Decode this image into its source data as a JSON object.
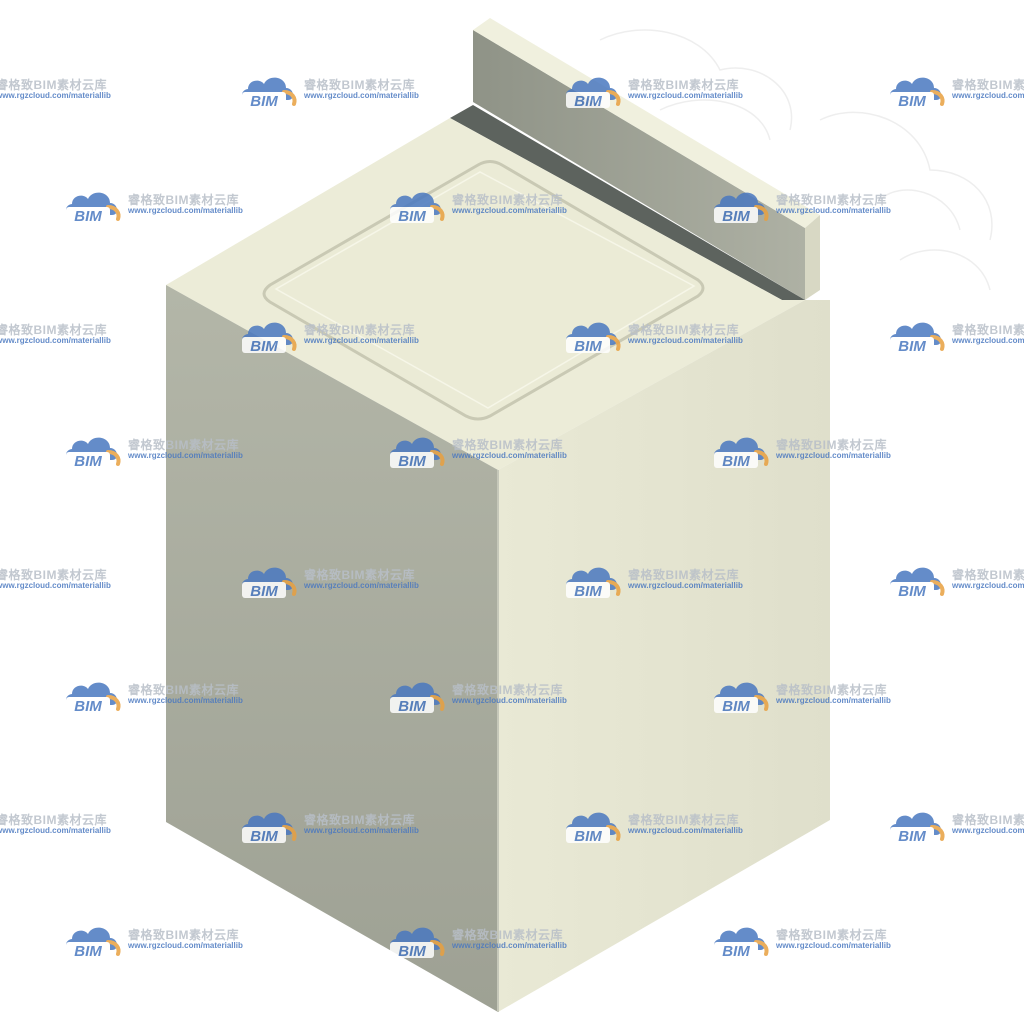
{
  "watermark": {
    "brand": "睿格致BIM素材云库",
    "url": "www.rgzcloud.com/materiallib",
    "logo_text": "BIM",
    "logo_color": "#4a78c0",
    "logo_accent": "#e8a040"
  },
  "colors": {
    "top_face": "#ececd8",
    "left_face": "#a9ada0",
    "right_face": "#e6e6d2",
    "panel_front": "#9a9d91",
    "panel_slot": "#5d635e",
    "lid": "#ebebd6"
  }
}
